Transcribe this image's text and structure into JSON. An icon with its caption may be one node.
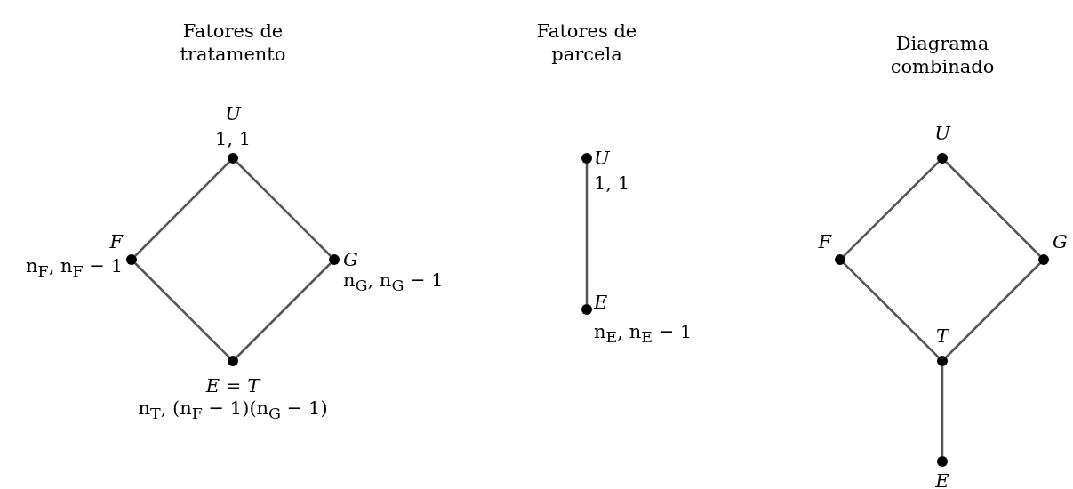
{
  "diagram": {
    "nodes": [
      {
        "text": [
          "U"
        ],
        "beside": [
          "1, 1"
        ]
      },
      {
        "text": [
          "F"
        ],
        "beside": [
          "n$_{F}$, n$_{F}$ − 1"
        ]
      },
      {
        "text": [
          "G"
        ],
        "beside": [
          "n$_{G}$, n$_{G}$ − 1"
        ]
      },
      {
        "text": [
          "E = T"
        ],
        "beside": [
          "n$_{T}$, (n$_{F}$ − 1)(n$_{G}$ − 1)"
        ]
      },
      {
        "text": [
          "U"
        ],
        "beside": [
          "1, 1"
        ]
      },
      {
        "text": [
          "E"
        ],
        "beside": [
          "n$_{E}$, n$_{E}$ − 1"
        ]
      },
      {
        "text": [
          "U"
        ]
      },
      {
        "text": [
          "F"
        ]
      },
      {
        "text": [
          "G"
        ]
      },
      {
        "text": [
          "T"
        ]
      },
      {
        "text": [
          "E"
        ]
      }
    ],
    "edges": [
      {
        "from": 0,
        "to": 1,
        "arrow": "none"
      },
      {
        "from": 0,
        "to": 2,
        "arrow": "none"
      },
      {
        "from": 1,
        "to": 3,
        "arrow": "none"
      },
      {
        "from": 2,
        "to": 3,
        "arrow": "none"
      },
      {
        "from": 4,
        "to": 5,
        "arrow": "none"
      },
      {
        "from": 6,
        "to": 7,
        "arrow": "none"
      },
      {
        "from": 6,
        "to": 8,
        "arrow": "none"
      },
      {
        "from": 7,
        "to": 9,
        "arrow": "none"
      },
      {
        "from": 8,
        "to": 9,
        "arrow": "none"
      },
      {
        "from": 9,
        "to": 10,
        "arrow": "none"
      }
    ],
    "labels": [
      "Fatores de tratamento",
      "Fatores de parcela",
      "Diagrama combinado"
    ]
  }
}
